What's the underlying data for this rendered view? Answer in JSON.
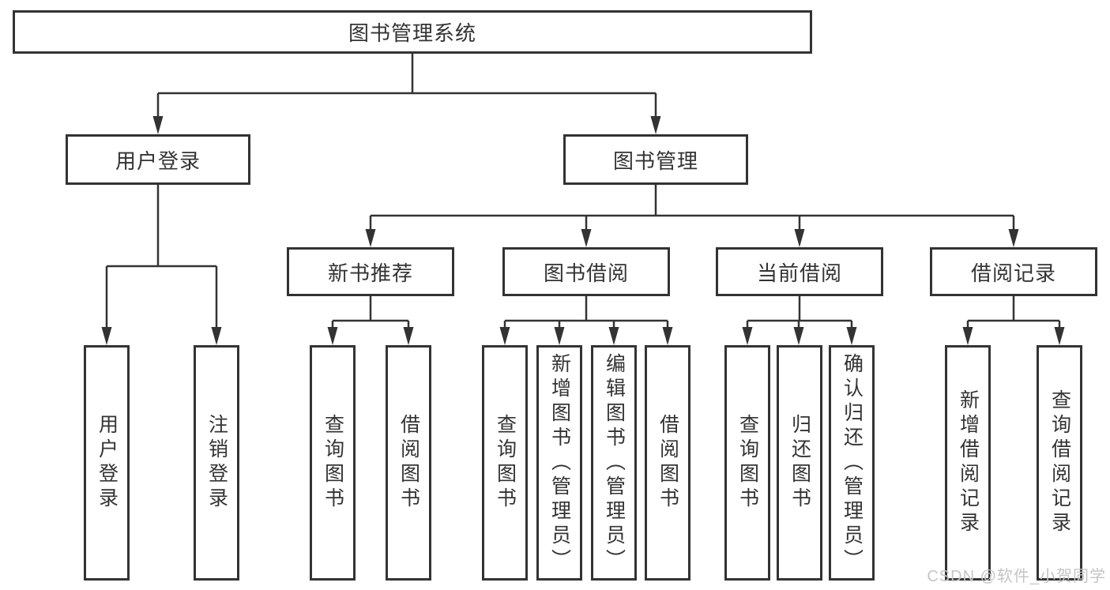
{
  "nodes": {
    "root": {
      "label": "图书管理系统"
    },
    "level2": [
      {
        "label": "用户登录"
      },
      {
        "label": "图书管理"
      }
    ],
    "level3": [
      {
        "label": "新书推荐"
      },
      {
        "label": "图书借阅"
      },
      {
        "label": "当前借阅"
      },
      {
        "label": "借阅记录"
      }
    ],
    "leaves": {
      "user_login": [
        {
          "label": "用户登录"
        },
        {
          "label": "注销登录"
        }
      ],
      "new_book_recommend": [
        {
          "label": "查询图书"
        },
        {
          "label": "借阅图书"
        }
      ],
      "book_borrow": [
        {
          "label": "查询图书"
        },
        {
          "label": "新增图书（管理员）"
        },
        {
          "label": "编辑图书（管理员）"
        },
        {
          "label": "借阅图书"
        }
      ],
      "current_borrow": [
        {
          "label": "查询图书"
        },
        {
          "label": "归还图书"
        },
        {
          "label": "确认归还（管理员）"
        }
      ],
      "borrow_records": [
        {
          "label": "新增借阅记录"
        },
        {
          "label": "查询借阅记录"
        }
      ]
    }
  },
  "watermark": {
    "text": "CSDN @软件_小贺同学"
  },
  "colors": {
    "background": "#ffffff",
    "box_fill": "#ffffff",
    "box_border": "#333333",
    "line": "#333333",
    "text": "#333333",
    "watermark": "#c5c5c5"
  }
}
